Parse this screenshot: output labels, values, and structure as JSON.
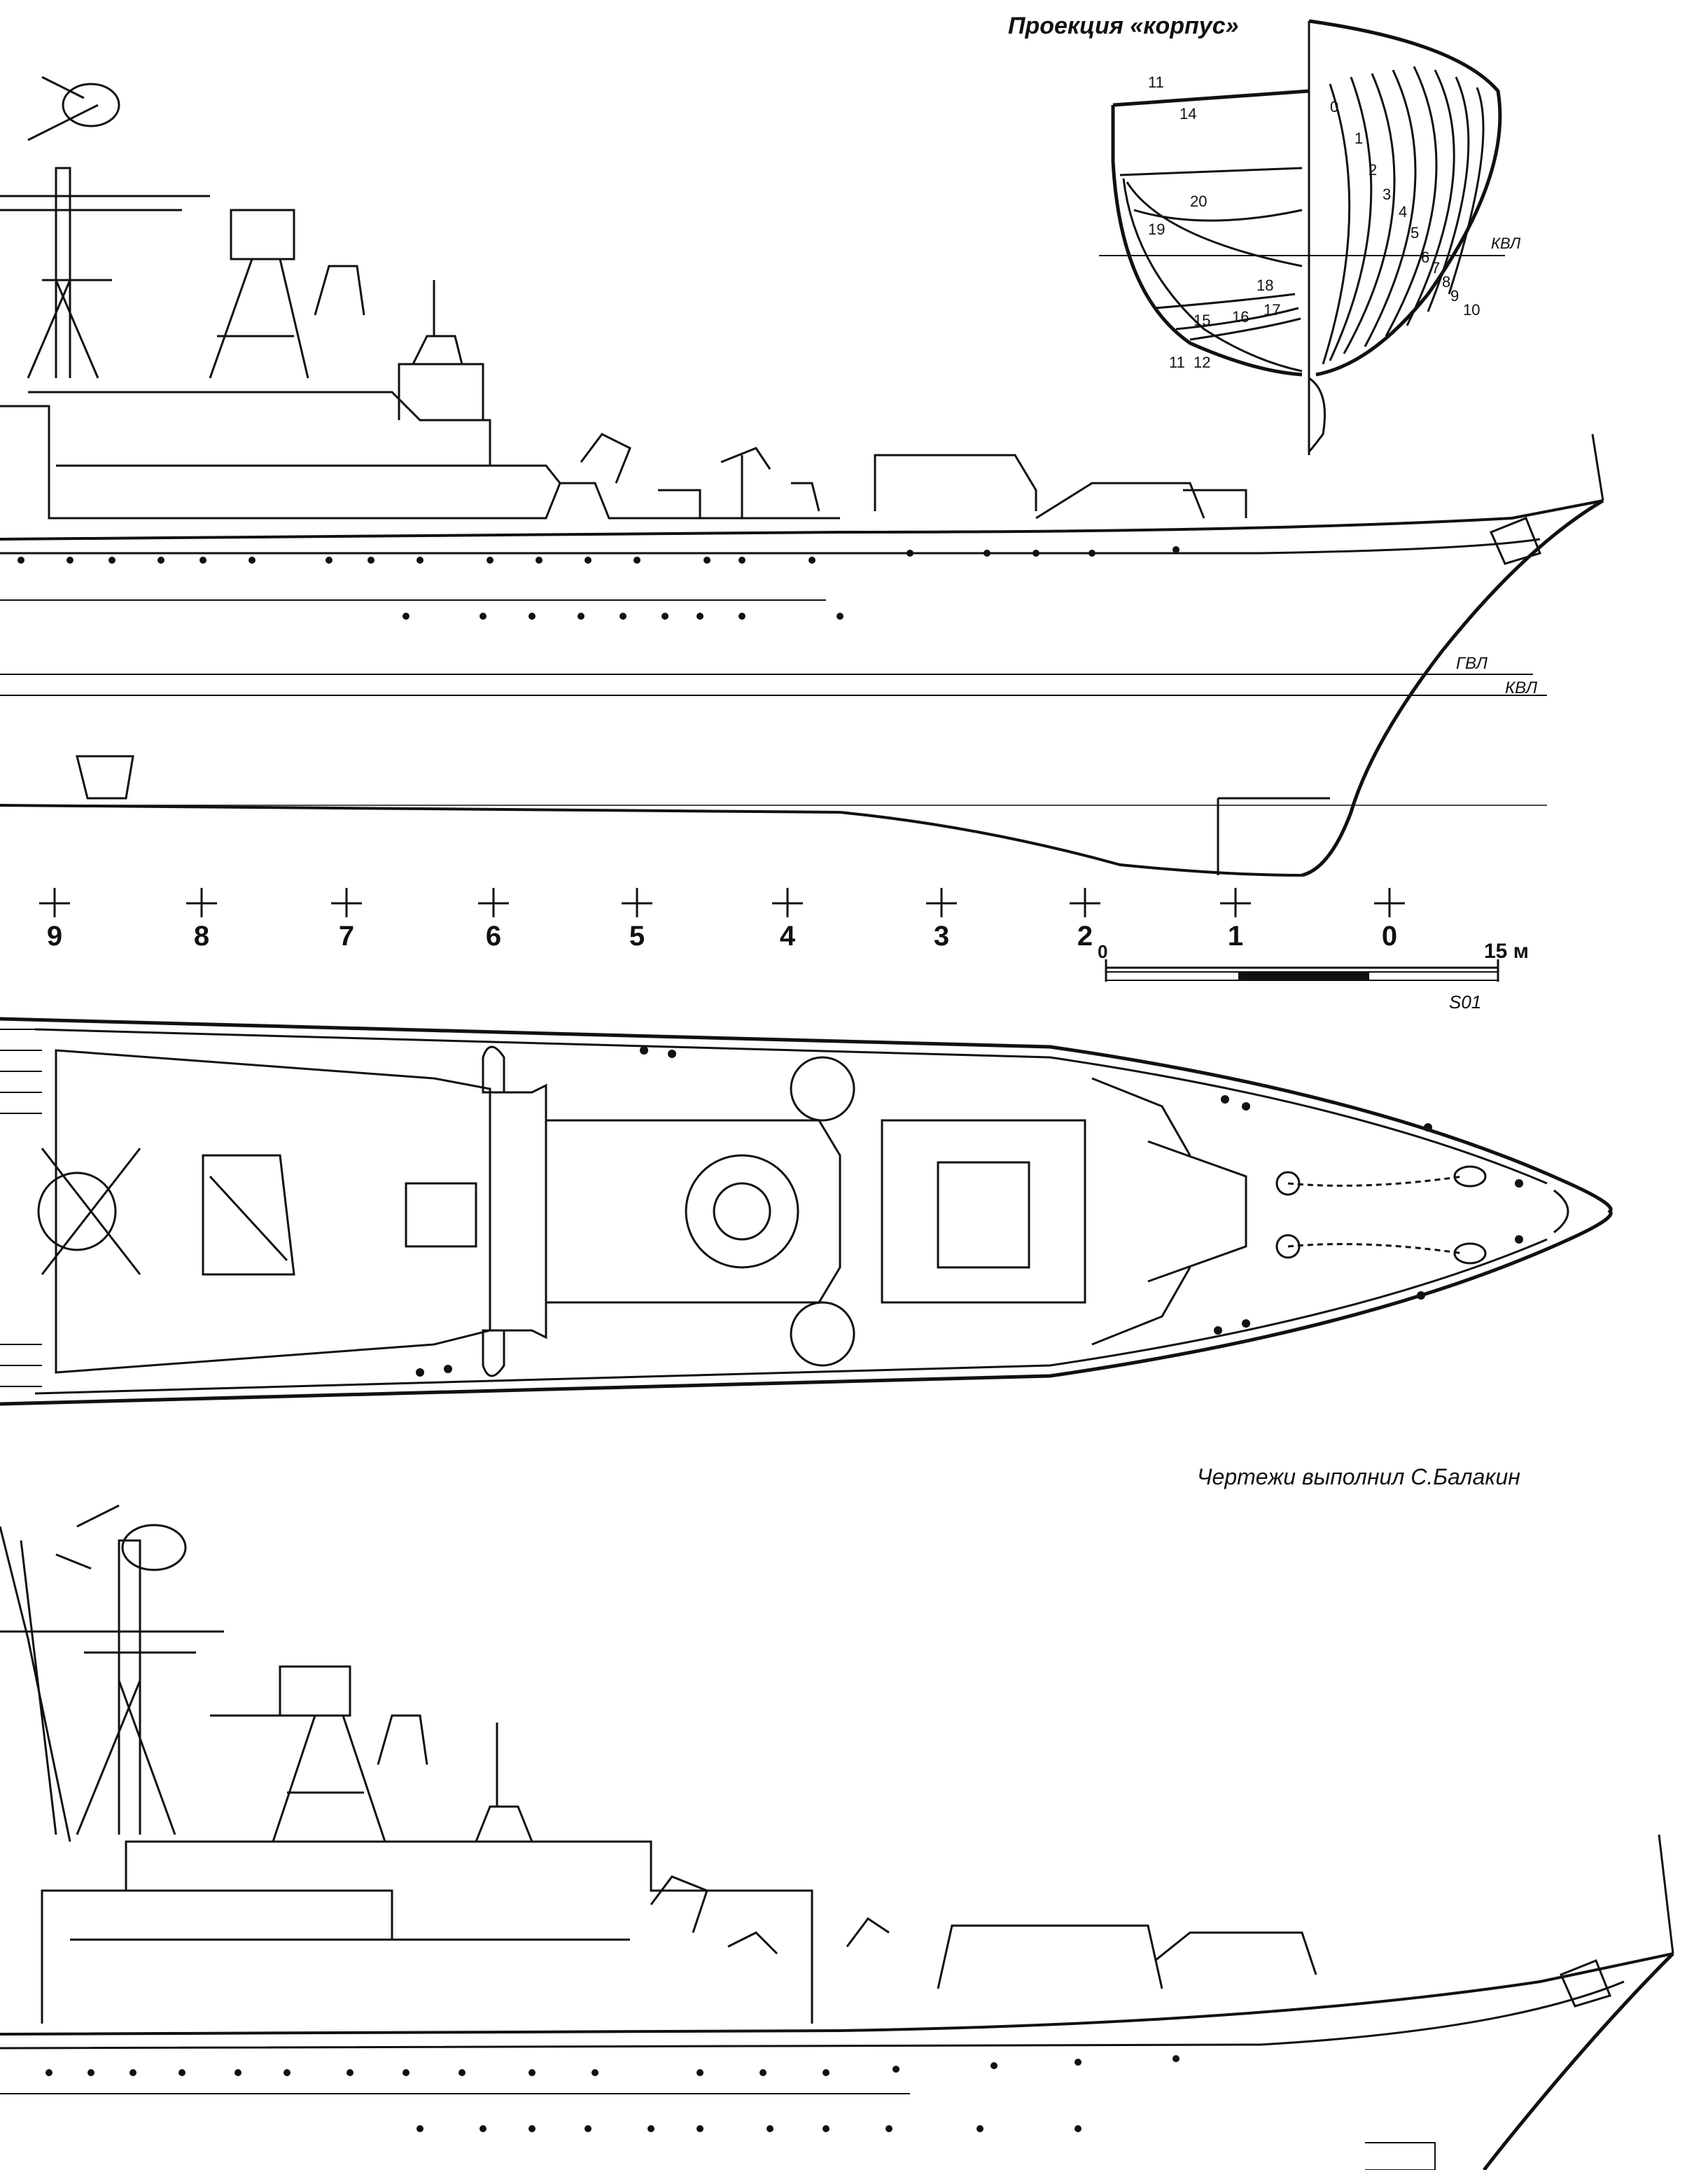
{
  "body_plan": {
    "title": "Проекция «корпус»",
    "waterline_label": "КВЛ",
    "section_numbers": [
      "0",
      "1",
      "2",
      "3",
      "4",
      "5",
      "6",
      "7",
      "8",
      "9",
      "10",
      "11",
      "12",
      "14",
      "15",
      "16",
      "17",
      "18",
      "19",
      "20"
    ]
  },
  "profile_view": {
    "waterline_labels": [
      "ГВЛ",
      "КВЛ"
    ]
  },
  "frame_stations": [
    "9",
    "8",
    "7",
    "6",
    "5",
    "4",
    "3",
    "2",
    "1",
    "0"
  ],
  "scale_bar": {
    "start_label": "0",
    "end_label": "15 м",
    "mark": "S01"
  },
  "credit": "Чертежи выполнил С.Балакин"
}
